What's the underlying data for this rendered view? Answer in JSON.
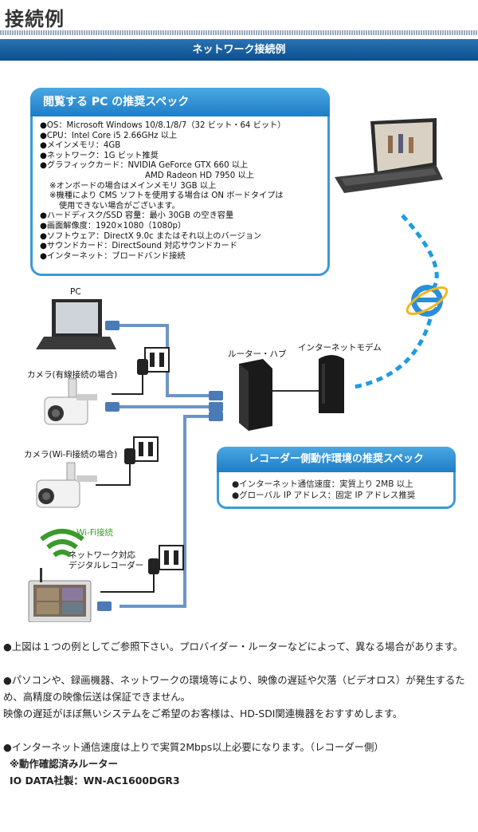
{
  "page": {
    "heading": "接続例",
    "section_title": "ネットワーク接続例"
  },
  "pc_spec": {
    "title": "閲覧する PC の推奨スペック",
    "items": [
      "●OS：Microsoft Windows 10/8.1/8/7（32 ビット・64 ビット）",
      "●CPU：Intel Core i5 2.66GHz 以上",
      "●メインメモリ：4GB",
      "●ネットワーク：1G ビット推奨",
      "●グラフィックカード：NVIDIA GeForce GTX 660 以上",
      "AMD Radeon HD 7950 以上",
      "※オンボードの場合はメインメモリ 3GB 以上",
      "※機種により CMS ソフトを使用する場合は ON ボードタイプは",
      "使用できない場合がございます。",
      "●ハードディスク/SSD 容量：最小 30GB の空き容量",
      "●画面解像度：1920×1080（1080p）",
      "●ソフトウェア：DirectX 9.0c またはそれ以上のバージョン",
      "●サウンドカード：DirectSound 対応サウンドカード",
      "●インターネット：ブロードバンド接続"
    ]
  },
  "recorder_spec": {
    "title": "レコーダー側動作環境の推奨スペック",
    "items": [
      "●インターネット通信速度：実質上り 2MB 以上",
      "●グローバル IP アドレス：固定 IP アドレス推奨"
    ]
  },
  "diagram_labels": {
    "pc": "PC",
    "camera_wired": "カメラ(有線接続の場合)",
    "camera_wifi": "カメラ(Wi-Fi接続の場合)",
    "wifi": "Wi-Fi接続",
    "recorder_line1": "ネットワーク対応",
    "recorder_line2": "デジタルレコーダー",
    "router": "ルーター・ハブ",
    "modem": "インターネットモデム"
  },
  "notes": {
    "note1": "●上図は１つの例としてご参照下さい。プロバイダー・ルーターなどによって、異なる場合があります。",
    "note2a": "●パソコンや、録画機器、ネットワークの環境等により、映像の遅延や欠落（ビデオロス）が発生するため、高精度の映像伝送は保証できません。",
    "note2b": "映像の遅延がほぼ無いシステムをご希望のお客様は、HD-SDI関連機器をおすすめします。",
    "note3": "●インターネット通信速度は上りで実質2Mbps以上必要になります。（レコーダー側）",
    "note3_bold1": "※動作確認済みルーター",
    "note3_bold2": "IO DATA社製：WN-AC1600DGR3"
  },
  "colors": {
    "accent_blue": "#1e7dc6",
    "cable_blue": "#6c95c4",
    "dotted_blue": "#1e9be3",
    "wifi_green": "#3a9a2a"
  }
}
